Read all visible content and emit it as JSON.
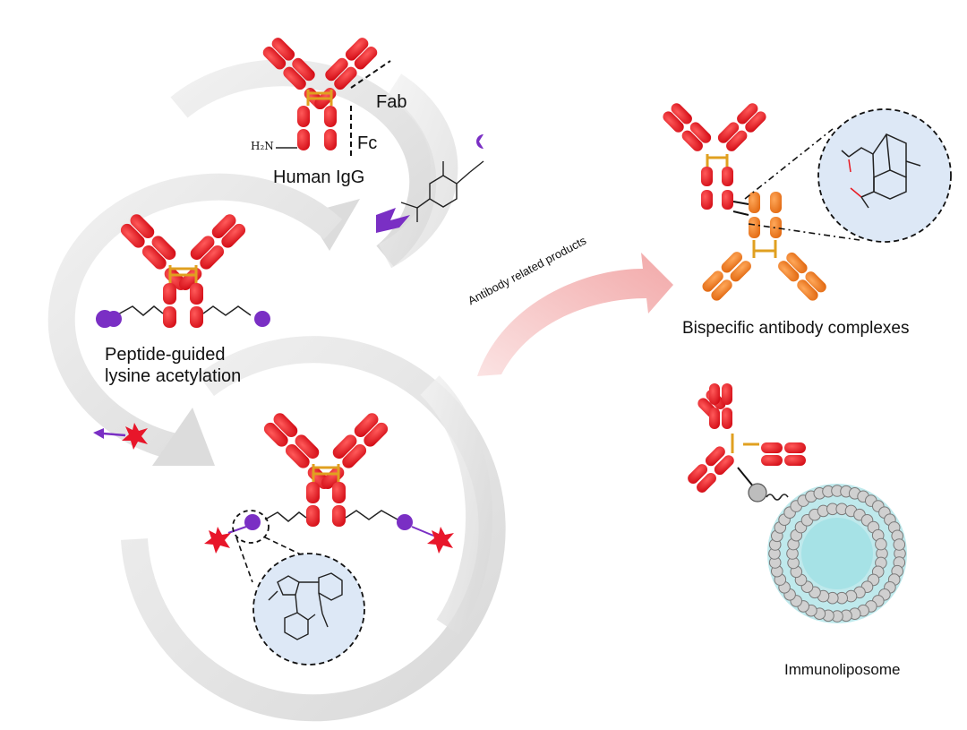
{
  "labels": {
    "fab": "Fab",
    "fc": "Fc",
    "human_igg": "Human IgG",
    "h2n": "H₂N",
    "peptide_line1": "Peptide-guided",
    "peptide_line2": "lysine acetylation",
    "arrow_text": "Antibody related products",
    "bispecific": "Bispecific antibody complexes",
    "immunoliposome": "Immunoliposome"
  },
  "colors": {
    "antibody_red": "#e3101a",
    "antibody_orange": "#f27a1a",
    "hinge_gold": "#e0a020",
    "peptide_purple": "#7a2fc4",
    "dye_red": "#e8162a",
    "ring_gray": "#e4e4e4",
    "inset_blue": "#dde8f6",
    "liposome_core": "#bfe9ec",
    "heteroatom_red": "#e81b23",
    "arrow_pink": "#f4b8b8"
  }
}
